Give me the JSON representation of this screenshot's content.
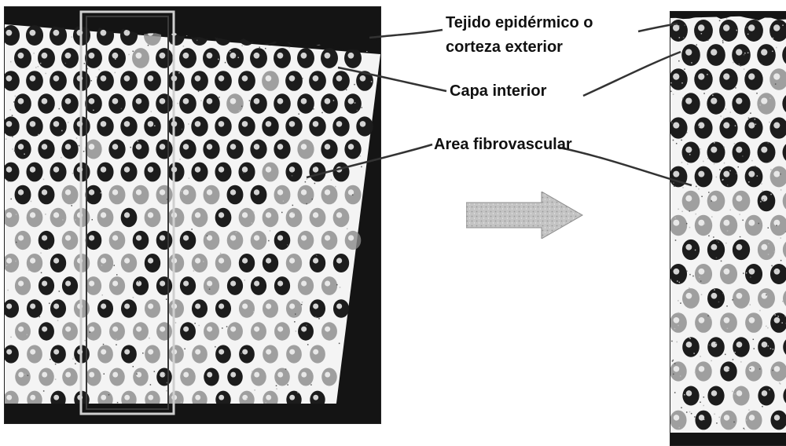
{
  "labels": {
    "tejido_line1": "Tejido epidérmico o",
    "tejido_line2": "corteza exterior",
    "capa": "Capa interior",
    "area": "Area fibrovascular"
  },
  "colors": {
    "tissue_white": "#f4f4f4",
    "tissue_dark": "#141414",
    "cell_dark": "#1c1c1c",
    "cell_gray": "#8a8a8a",
    "frame_line": "#cfcfcf",
    "arrow_fill": "#b8b8b8"
  },
  "icons": {
    "process_arrow": "right-arrow-icon"
  }
}
